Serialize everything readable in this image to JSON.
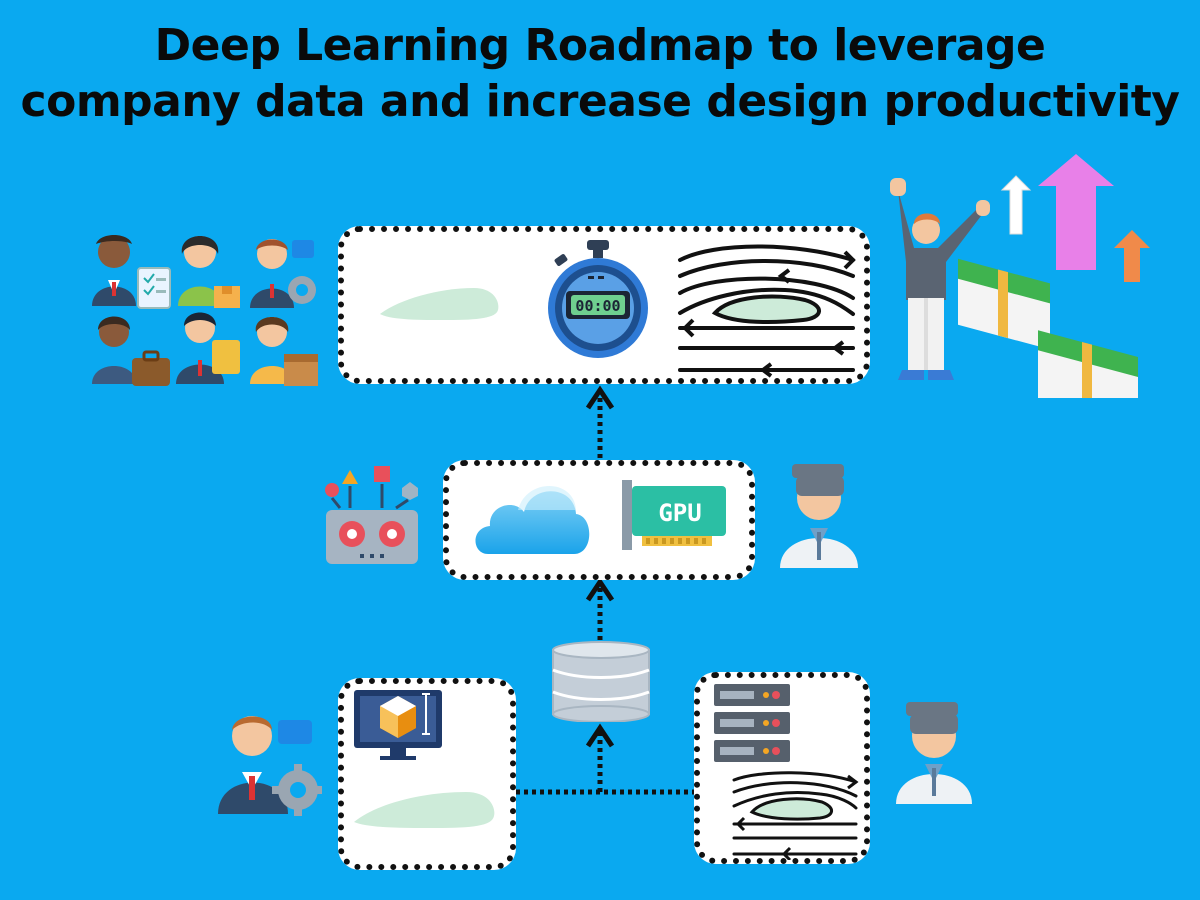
{
  "title": {
    "line1": "Deep Learning Roadmap to leverage",
    "line2": "company data and increase design productivity"
  },
  "gpu_card": {
    "label": "GPU"
  },
  "stopwatch": {
    "display": "00:00"
  },
  "icons": {
    "team": "team-people-icon",
    "stopwatch": "stopwatch-icon",
    "airfoil": "airfoil-icon",
    "flow": "airflow-streamlines-icon",
    "success": "celebrating-man-money-icon",
    "ml_board": "ml-board-icon",
    "cloud": "cloud-icon",
    "gpu": "gpu-card-icon",
    "scientist": "scientist-vr-icon",
    "database": "database-icon",
    "cad": "cad-monitor-icon",
    "server": "server-rack-icon",
    "engineer": "engineer-icon"
  },
  "colors": {
    "background": "#0aa9f0",
    "airfoil": "#cdebd9",
    "border": "#111111"
  }
}
